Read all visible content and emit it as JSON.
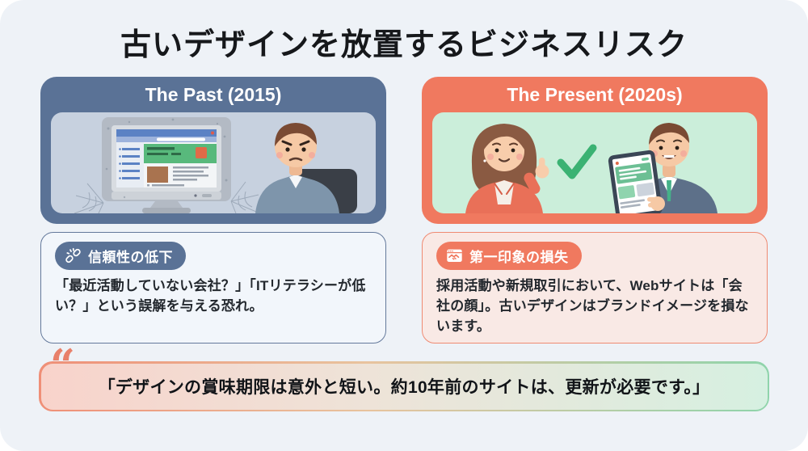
{
  "page": {
    "title": "古いデザインを放置するビジネスリスク"
  },
  "panels": {
    "past": {
      "header": "The Past (2015)",
      "badge_label": "信頼性の低下",
      "badge_icon": "broken-link-icon",
      "body": "「最近活動していない会社？」「ITリテラシーが低い？」という誤解を与える恐れ。"
    },
    "present": {
      "header": "The Present (2020s)",
      "badge_label": "第一印象の損失",
      "badge_icon": "handshake-icon",
      "body": "採用活動や新規取引において、Webサイトは「会社の顔」。古いデザインはブランドイメージを損ないます。"
    }
  },
  "quote": {
    "mark": "“",
    "text": "「デザインの賞味期限は意外と短い。約10年前のサイトは、更新が必要です。」"
  },
  "colors": {
    "past_accent": "#5a7296",
    "present_accent": "#f0795f",
    "past_illustration_bg": "#c7d1df",
    "present_illustration_bg": "#cbeeda",
    "checkmark_green": "#3bb273",
    "quote_gradient_start": "#f8d3cb",
    "quote_gradient_end": "#d6f0e1",
    "quote_mark_color": "#e8806a"
  }
}
